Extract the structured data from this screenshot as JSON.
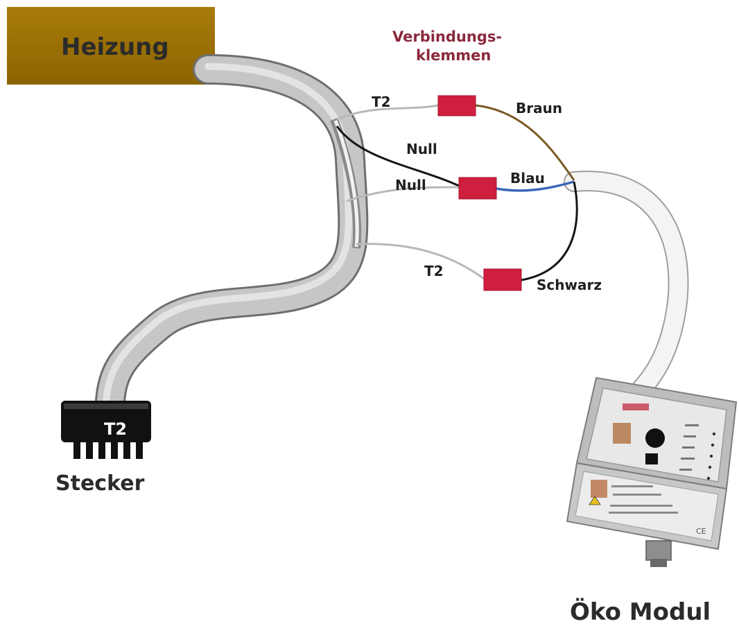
{
  "heater": {
    "label": "Heizung",
    "color": "#a87c0a"
  },
  "terminals": {
    "title_line1": "Verbindungs-",
    "title_line2": "klemmen",
    "color": "#cf1f3f"
  },
  "wires": {
    "t2_top": "T2",
    "null_black": "Null",
    "null_grey": "Null",
    "t2_bottom": "T2",
    "braun": "Braun",
    "blau": "Blau",
    "schwarz": "Schwarz"
  },
  "wire_colors": {
    "grey": "#b8b8b8",
    "black": "#151515",
    "brown": "#7a5a24",
    "blue": "#3a67b8"
  },
  "plug": {
    "label": "T2",
    "caption": "Stecker"
  },
  "module": {
    "caption": "Öko Modul",
    "panel_marks": "CE"
  }
}
